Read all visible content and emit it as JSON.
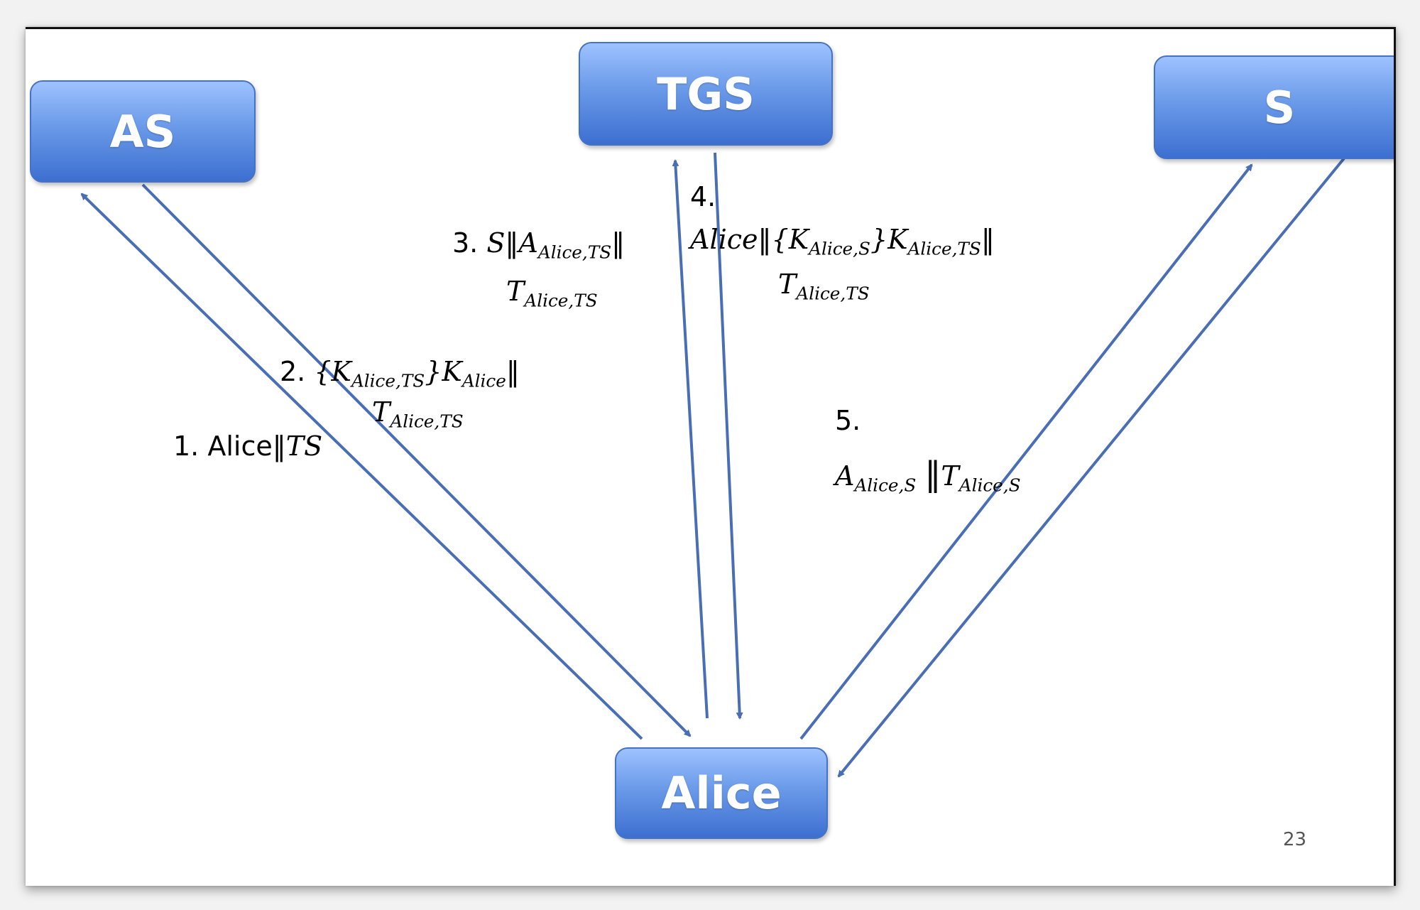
{
  "nodes": {
    "as": "AS",
    "tgs": "TGS",
    "s": "S",
    "alice": "Alice"
  },
  "messages": {
    "m1": {
      "num": "1.",
      "text": "Alice",
      "sep": "‖",
      "ts": "TS"
    },
    "m2": {
      "num": "2.",
      "open": "{",
      "k": "K",
      "k_sub": "Alice,TS",
      "close": "}",
      "k2": "K",
      "k2_sub": "Alice",
      "sep": "‖",
      "t": "T",
      "t_sub": "Alice,TS"
    },
    "m3": {
      "num": "3.",
      "s": "S",
      "sep1": "‖",
      "a": "A",
      "a_sub": "Alice,TS",
      "sep2": "‖",
      "t": "T",
      "t_sub": "Alice,TS"
    },
    "m4": {
      "num": "4.",
      "alice": "Alice",
      "sep1": "‖",
      "open": "{",
      "k": "K",
      "k_sub": "Alice,S",
      "close": "}",
      "k2": "K",
      "k2_sub": "Alice,TS",
      "sep2": "‖",
      "t": "T",
      "t_sub": "Alice,TS"
    },
    "m5": {
      "num": "5.",
      "a": "A",
      "a_sub": "Alice,S",
      "sep": "‖",
      "t": "T",
      "t_sub": "Alice,S"
    }
  },
  "page_number": "23",
  "colors": {
    "arrow": "#4a6eb5",
    "node_top": "#9ec2ff",
    "node_bottom": "#3d6fd1"
  }
}
